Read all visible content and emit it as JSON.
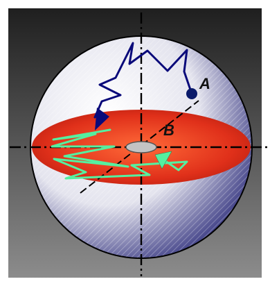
{
  "diagram": {
    "labels": {
      "point_a": "A",
      "point_b": "B"
    },
    "colors": {
      "background_top": "#1f1f1f",
      "background_bottom": "#8c8c8c",
      "sphere_light": "#ffffff",
      "sphere_dark": "#2f2f7c",
      "disk_red": "#e0301a",
      "disk_red_light": "#ff5a2a",
      "center_disk": "#bdbdbd",
      "path_3d": "#0a0a7a",
      "path_2d": "#55f0a0",
      "start_point": "#0a1a6a",
      "axis_line": "#000000"
    },
    "elements": {
      "sphere": "sphere",
      "equatorial_disk": "equatorial-disk",
      "center_target": "center-target",
      "three_dimensional_walk": "blue-path-from-a",
      "two_dimensional_walk": "green-path-on-disk"
    }
  }
}
